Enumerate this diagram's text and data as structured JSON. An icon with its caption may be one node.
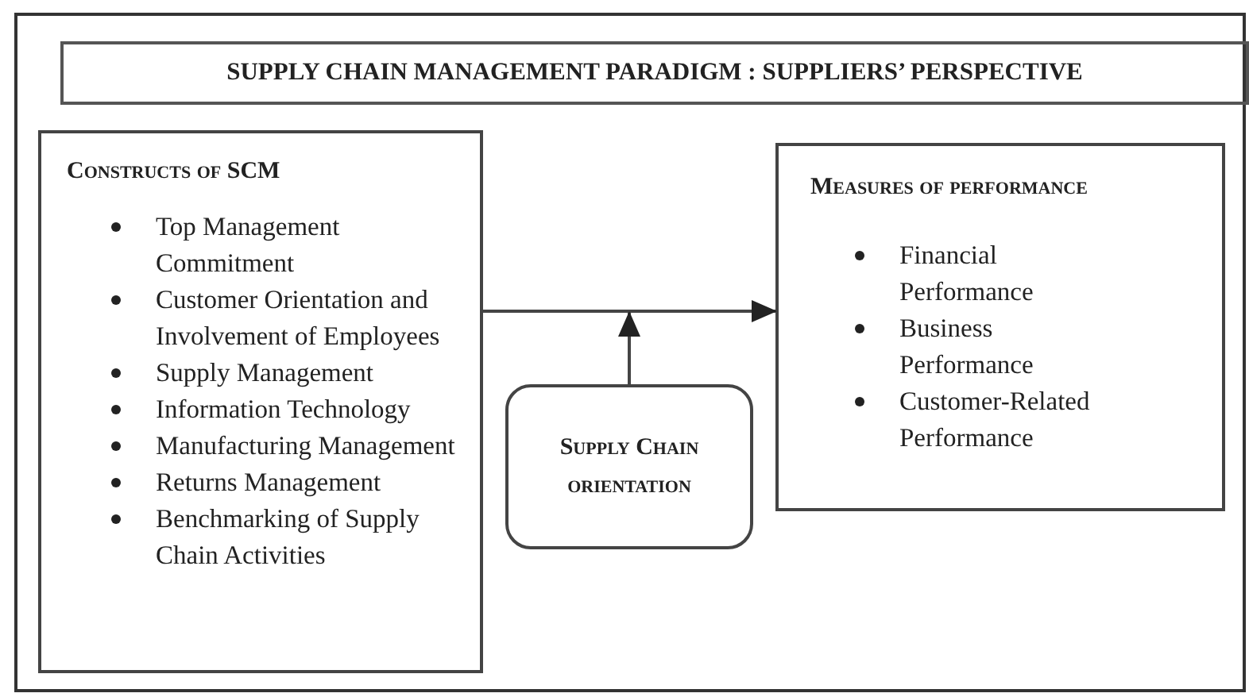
{
  "diagram": {
    "title": "SUPPLY CHAIN MANAGEMENT PARADIGM : SUPPLIERS’ PERSPECTIVE",
    "nodes": [
      {
        "text": [
          "Constructs of SCM",
          "Top Management Commitment",
          "Customer Orientation and Involvement of Employees",
          "Supply Management",
          "Information Technology",
          "Manufacturing Management",
          "Returns Management",
          "Benchmarking of Supply Chain Activities"
        ]
      },
      {
        "text": [
          "Measures of performance",
          "Financial Performance",
          "Business Performance",
          "Customer-Related Performance"
        ]
      },
      {
        "text": [
          "Supply Chain orientation"
        ]
      }
    ],
    "edges": [
      {
        "from": 0,
        "to": 1,
        "arrow": "to"
      },
      {
        "from": 2,
        "to": null,
        "arrow": "to"
      }
    ]
  }
}
